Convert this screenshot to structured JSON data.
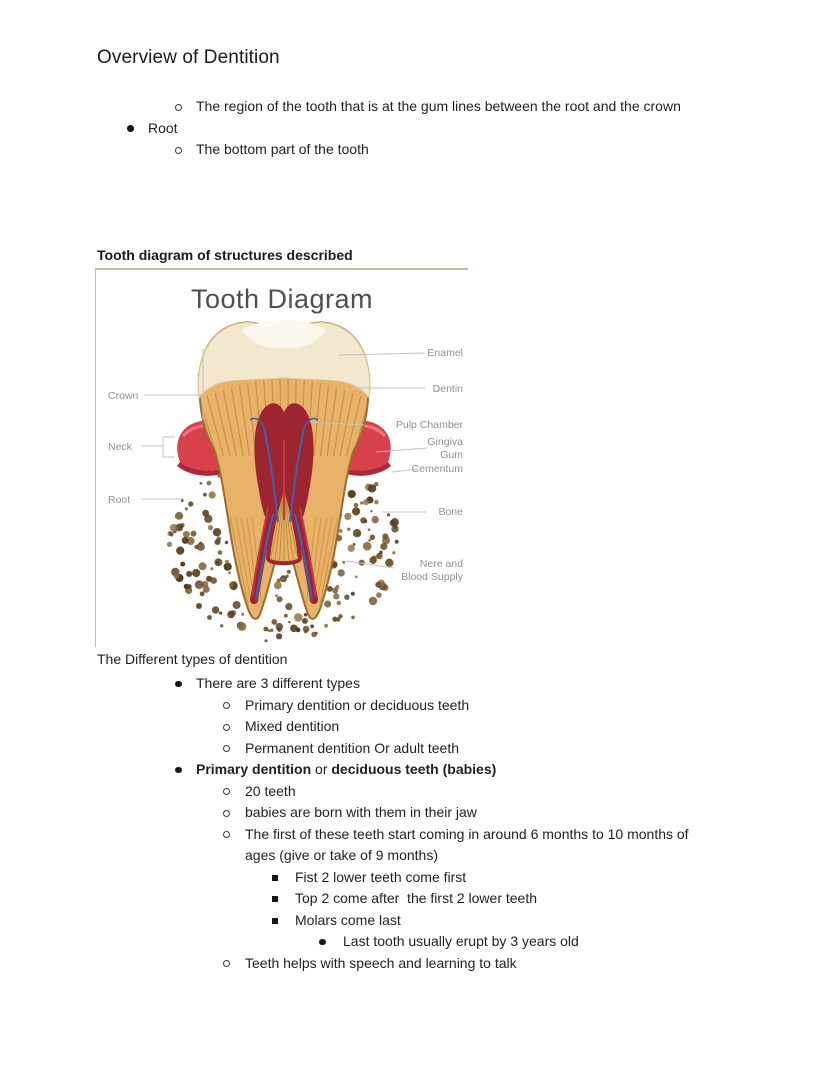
{
  "doc": {
    "title": "Overview of Dentition",
    "diagram_heading": "Tooth diagram of structures described",
    "types_heading": "The Different types of dentition",
    "list1": [
      {
        "level": 2,
        "bullet": "circle",
        "text": "The region of the tooth that is at the gum lines between the root and the crown"
      },
      {
        "level": 1,
        "bullet": "disc",
        "text": "Root"
      },
      {
        "level": 2,
        "bullet": "circle",
        "text": "The bottom part of the tooth"
      }
    ],
    "list2": [
      {
        "level": 2,
        "bullet": "disc",
        "text": "There are 3 different types"
      },
      {
        "level": 3,
        "bullet": "circle",
        "text": "Primary dentition or deciduous teeth"
      },
      {
        "level": 3,
        "bullet": "circle",
        "text": "Mixed dentition"
      },
      {
        "level": 3,
        "bullet": "circle",
        "text": "Permanent dentition Or adult teeth"
      },
      {
        "level": 2,
        "bullet": "disc",
        "rich": [
          {
            "t": "Primary dentition",
            "b": true
          },
          {
            "t": " or ",
            "b": false
          },
          {
            "t": "deciduous teeth (babies)",
            "b": true
          }
        ]
      },
      {
        "level": 3,
        "bullet": "circle",
        "text": "20 teeth"
      },
      {
        "level": 3,
        "bullet": "circle",
        "text": "babies are born with them in their jaw"
      },
      {
        "level": 3,
        "bullet": "circle",
        "text": "The first of these teeth start coming in around 6 months to 10 months of ages (give or take of 9 months)"
      },
      {
        "level": 4,
        "bullet": "square",
        "text": "Fist 2 lower teeth come first"
      },
      {
        "level": 4,
        "bullet": "square",
        "text": "Top 2 come after  the first 2 lower teeth"
      },
      {
        "level": 4,
        "bullet": "square",
        "text": "Molars come last"
      },
      {
        "level": 5,
        "bullet": "disc",
        "text": "Last tooth usually erupt by 3 years old"
      },
      {
        "level": 3,
        "bullet": "circle",
        "text": "Teeth helps with speech and learning to talk"
      }
    ]
  },
  "diagram": {
    "title": "Tooth Diagram",
    "labels_left": [
      "Crown",
      "Neck",
      "Root"
    ],
    "labels_right": [
      "Enamel",
      "Dentin",
      "Pulp Chamber",
      "Gingiva",
      "Gum",
      "Cementum",
      "Bone",
      "Nere and",
      "Blood Supply"
    ],
    "colors": {
      "frame_border": "#b5c79e",
      "title": "#4f4f4f",
      "label": "#8f8f8f",
      "line": "#c2c2c2",
      "enamel": "#f3e8cd",
      "enamel_edge": "#d9c494",
      "enamel_highlight": "#fbf7ec",
      "dentin": "#e8b268",
      "dentin_line": "#b07a2e",
      "outline": "#9c6b2f",
      "pulp": "#9e2430",
      "pulp_light": "#c23a44",
      "vessel": "#3a62b0",
      "gum": "#d8404b",
      "gum_dark": "#b02736",
      "gum_light": "#ef7880",
      "bone1": "#6a4e28",
      "bone2": "#8a683c",
      "bone3": "#503a1c"
    }
  }
}
